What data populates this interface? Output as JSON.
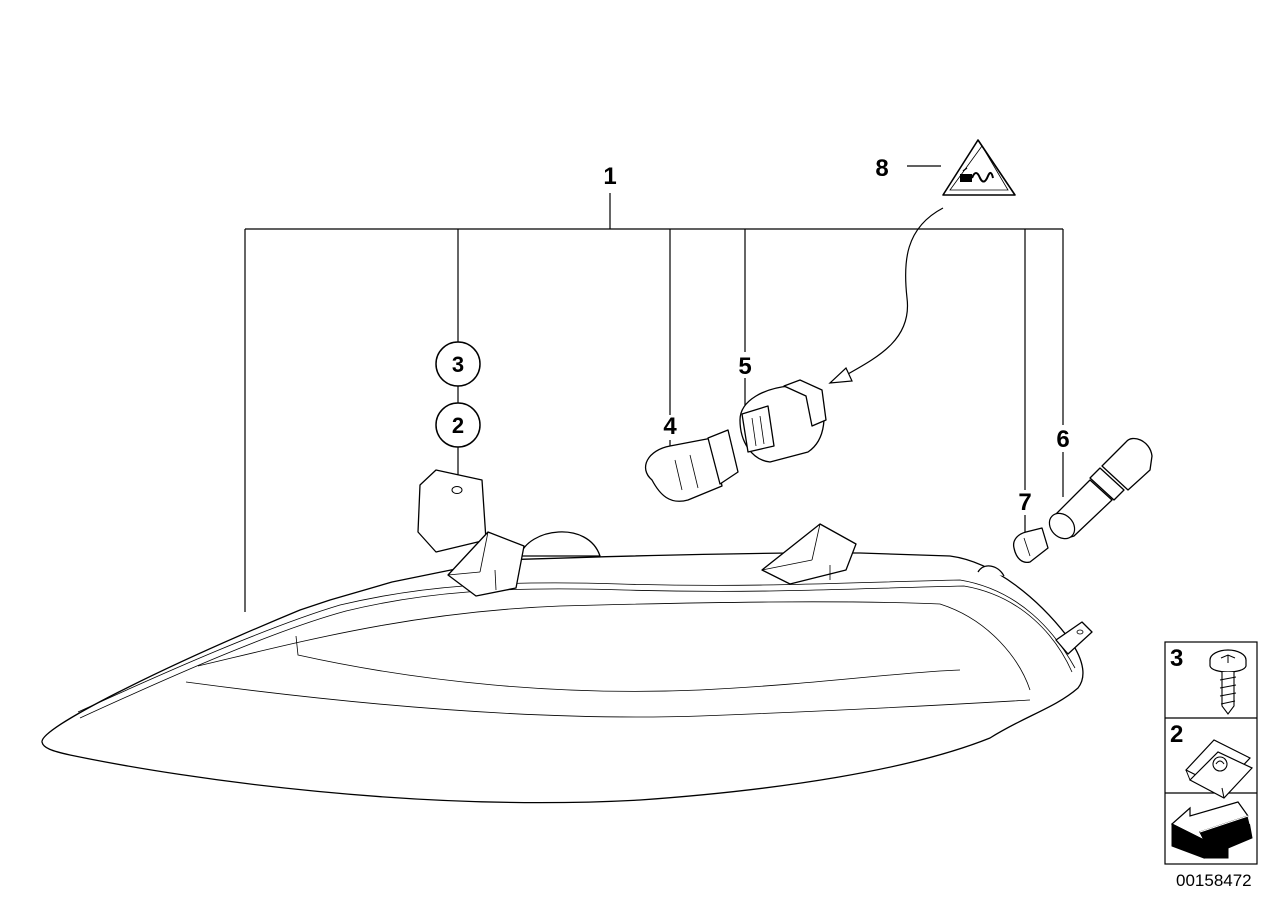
{
  "callouts": {
    "assembly": "1",
    "nut": "2",
    "screw": "3",
    "bulb_large": "4",
    "bulb_socket": "5",
    "bulb_holder": "6",
    "bulb_small": "7",
    "lubricant_symbol": "8"
  },
  "legend": [
    {
      "label": "3",
      "icon": "screw-icon"
    },
    {
      "label": "2",
      "icon": "clip-nut-icon"
    },
    {
      "label": "",
      "icon": "direction-arrow-icon"
    }
  ],
  "diagram_id": "00158472"
}
